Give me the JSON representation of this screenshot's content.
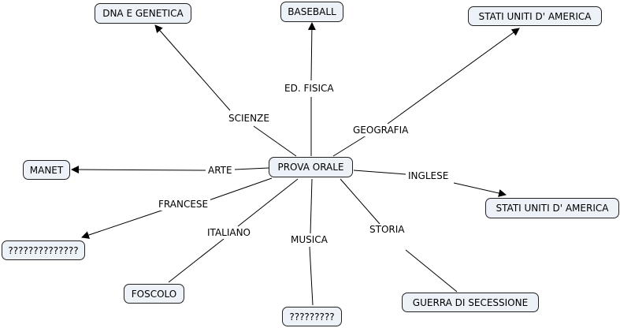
{
  "nodes": {
    "center": "PROVA ORALE",
    "dna": "DNA E GENETICA",
    "baseball": "BASEBALL",
    "usa_top": "STATI UNITI D' AMERICA",
    "manet": "MANET",
    "usa_right": "STATI UNITI D' AMERICA",
    "question_left": "??????????????",
    "foscolo": "FOSCOLO",
    "question_bottom": "?????????",
    "guerra": "GUERRA DI SECESSIONE"
  },
  "links": {
    "scienze": "SCIENZE",
    "ed_fisica": "ED. FISICA",
    "geografia": "GEOGRAFIA",
    "arte": "ARTE",
    "inglese": "INGLESE",
    "francese": "FRANCESE",
    "italiano": "ITALIANO",
    "musica": "MUSICA",
    "storia": "STORIA"
  },
  "colors": {
    "node_fill": "#edf2f8",
    "node_border": "#222222",
    "line": "#000000"
  }
}
